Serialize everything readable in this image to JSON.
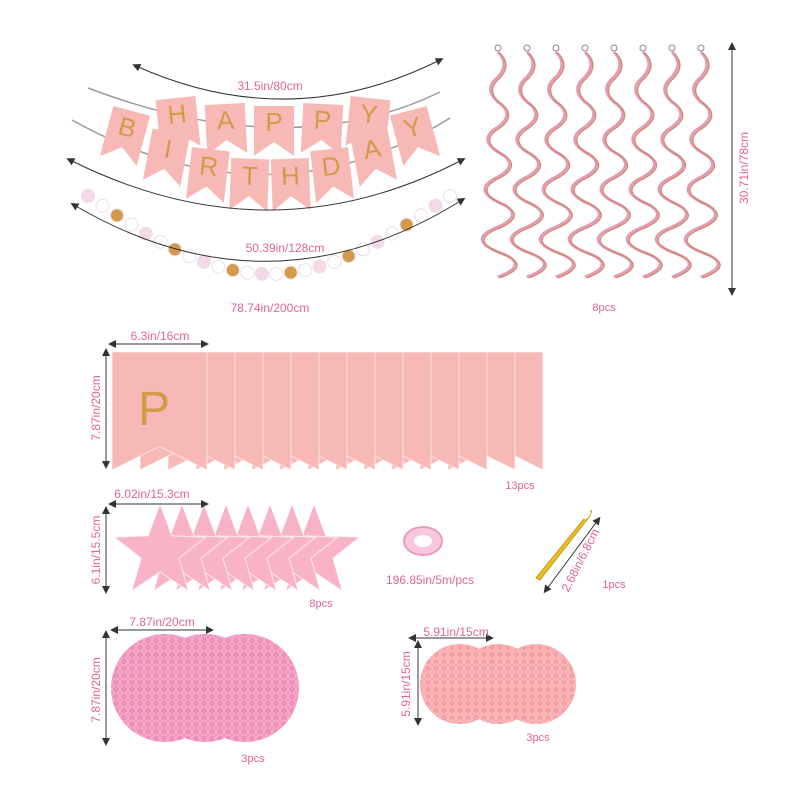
{
  "banner": {
    "happy_letters": [
      "H",
      "A",
      "P",
      "P",
      "Y"
    ],
    "birthday_letters": [
      "B",
      "I",
      "R",
      "T",
      "H",
      "D",
      "A",
      "Y"
    ],
    "happy_length": "31.5in/80cm",
    "birthday_length": "50.39in/128cm",
    "dot_garland_length": "78.74in/200cm"
  },
  "swirls": {
    "height": "30.71in/78cm",
    "count": "8pcs",
    "swirl_count": 8
  },
  "flags": {
    "letter": "P",
    "width": "6.3in/16cm",
    "height": "7.87in/20cm",
    "count": "13pcs",
    "flag_count": 13
  },
  "stars": {
    "width": "6.02in/15.3cm",
    "height": "6.1in/15.5cm",
    "count": "8pcs",
    "star_count": 8
  },
  "ribbon": {
    "length": "196.85in/5m/pcs"
  },
  "needle": {
    "length": "2.68in/6.8cm",
    "count": "1pcs"
  },
  "honeycomb_large": {
    "width": "7.87in/20cm",
    "height": "7.87in/20cm",
    "count": "3pcs",
    "ball_count": 3
  },
  "honeycomb_small": {
    "width": "5.91in/15cm",
    "height": "5.91in/15cm",
    "count": "3pcs",
    "ball_count": 3
  },
  "colors": {
    "pink_flag": "#f7b9b6",
    "gold": "#d39a4a",
    "label_pink": "#e0668a",
    "honeycomb_pink": "#f08fb8",
    "honeycomb_salmon": "#f6a3a6",
    "star_pink": "#f8b4c6"
  }
}
